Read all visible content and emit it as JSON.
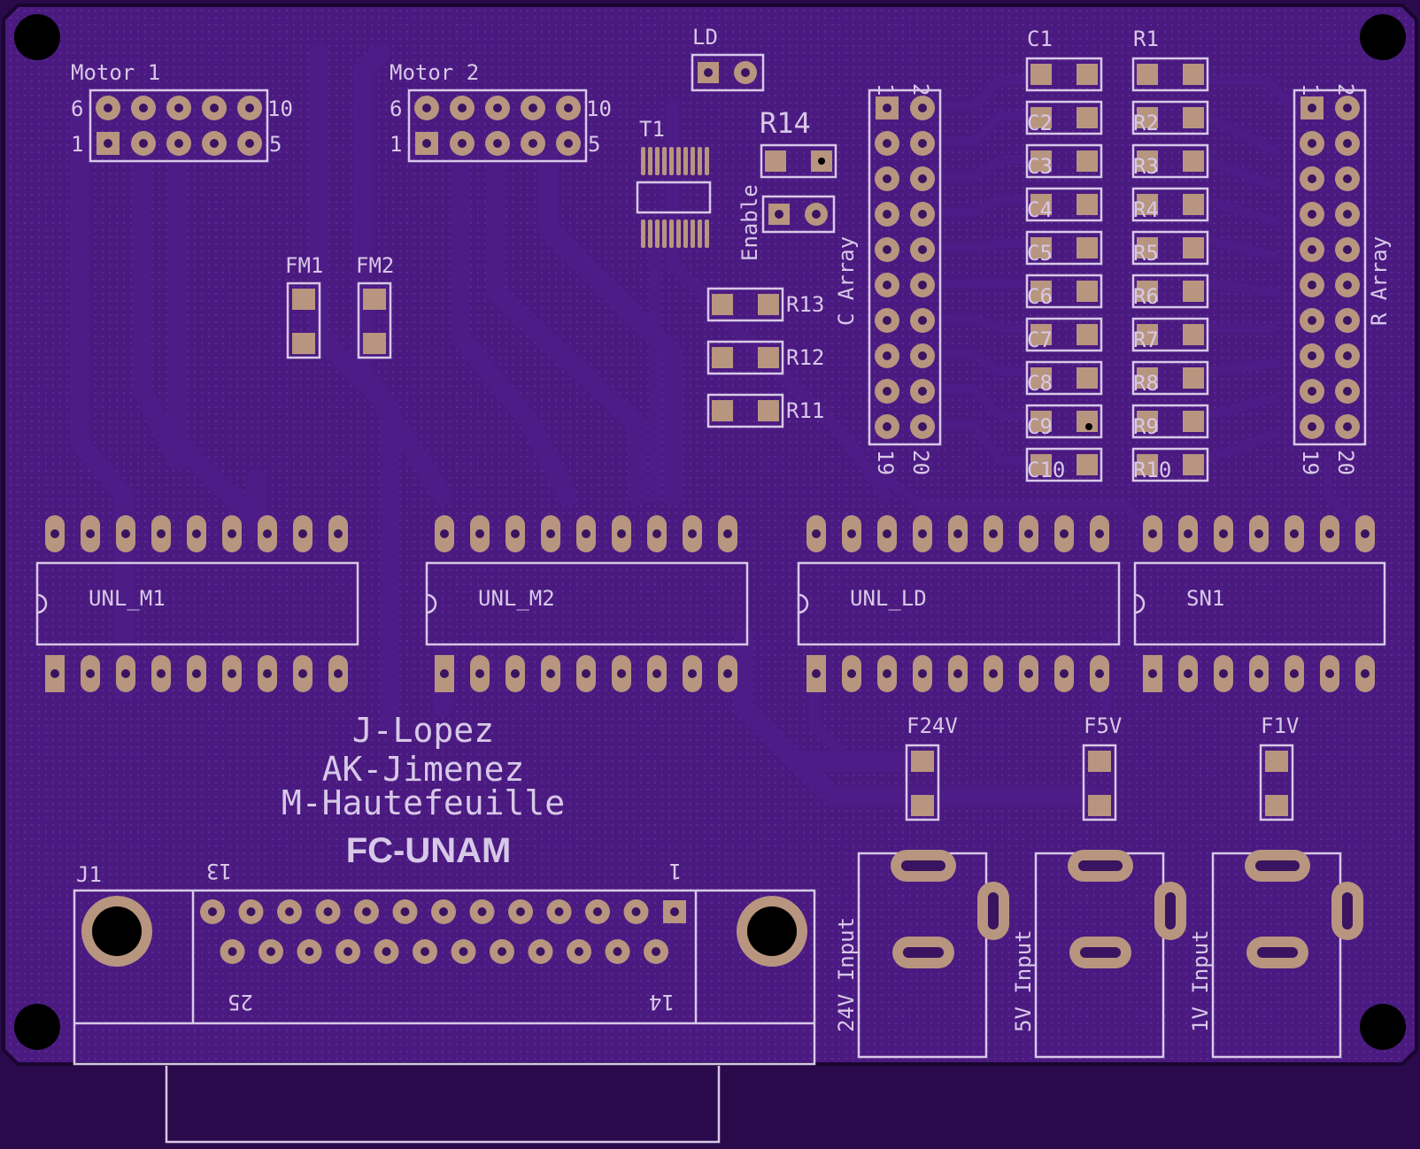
{
  "colors": {
    "board": "#4a1a80",
    "background": "#2a0a4a",
    "silkscreen": "#d8c8e8",
    "pad": "#b8957f",
    "trace": "#4e1c86"
  },
  "labels": {
    "motor1": "Motor 1",
    "motor2": "Motor 2",
    "pin6": "6",
    "pin10": "10",
    "pin1": "1",
    "pin5": "5",
    "ld": "LD",
    "t1": "T1",
    "r14": "R14",
    "enable": "Enable",
    "fm1": "FM1",
    "fm2": "FM2",
    "r13": "R13",
    "r12": "R12",
    "r11": "R11",
    "c_array": "C Array",
    "r_array": "R Array",
    "hdr_1": "1",
    "hdr_2": "2",
    "hdr_19": "19",
    "hdr_20": "20",
    "c_labels": [
      "C1",
      "C2",
      "C3",
      "C4",
      "C5",
      "C6",
      "C7",
      "C8",
      "C9",
      "C10"
    ],
    "r_labels": [
      "R1",
      "R2",
      "R3",
      "R4",
      "R5",
      "R6",
      "R7",
      "R8",
      "R9",
      "R10"
    ],
    "unl_m1": "UNL_M1",
    "unl_m2": "UNL_M2",
    "unl_ld": "UNL_LD",
    "sn1": "SN1",
    "author1": "J-Lopez",
    "author2": "AK-Jimenez",
    "author3": "M-Hautefeuille",
    "org": "FC-UNAM",
    "j1": "J1",
    "j1_13": "13",
    "j1_1": "1",
    "j1_25": "25",
    "j1_14": "14",
    "f24v": "F24V",
    "f5v": "F5V",
    "f1v": "F1V",
    "in24": "24V Input",
    "in5": "5V Input",
    "in1": "1V Input"
  }
}
